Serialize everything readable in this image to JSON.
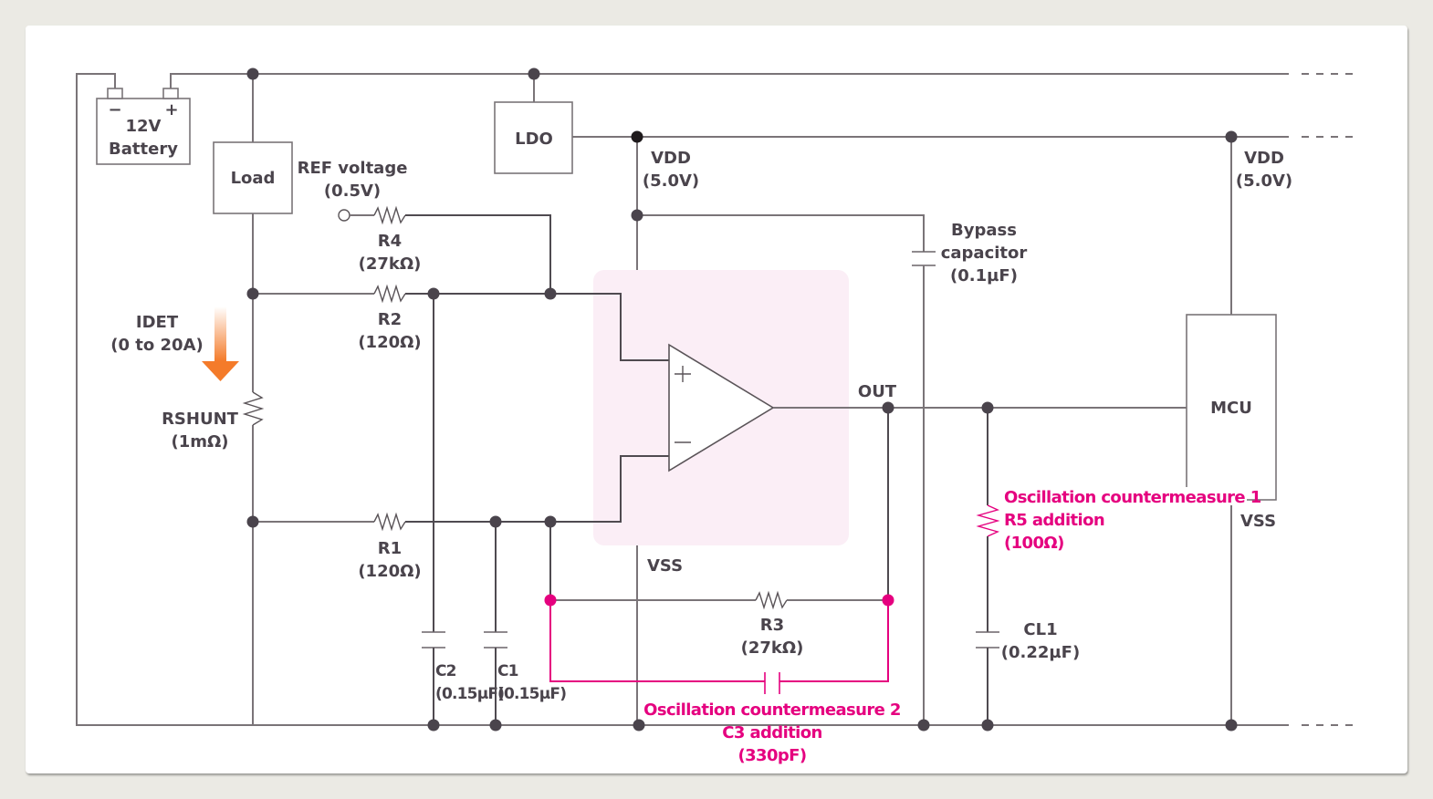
{
  "diagram": {
    "title": "Current detection circuit with oscillation countermeasures",
    "colors": {
      "wire": "#7a7478",
      "text": "#4a444c",
      "highlight": "#e5007f",
      "opamp_region": "#fbeef6",
      "current_arrow": "#f47b2a",
      "background": "#ebeae4"
    },
    "battery": {
      "label_line1": "12V",
      "label_line2": "Battery",
      "minus": "−",
      "plus": "+"
    },
    "load": {
      "label": "Load"
    },
    "ldo": {
      "label": "LDO"
    },
    "vdd_opamp": {
      "name": "VDD",
      "value": "(5.0V)"
    },
    "vdd_mcu": {
      "name": "VDD",
      "value": "(5.0V)"
    },
    "ref": {
      "name": "REF voltage",
      "value": "(0.5V)"
    },
    "idet": {
      "name": "IDET",
      "value": "(0 to 20A)"
    },
    "rshunt": {
      "name": "RSHUNT",
      "value": "(1mΩ)"
    },
    "r4": {
      "name": "R4",
      "value": "(27kΩ)"
    },
    "r2": {
      "name": "R2",
      "value": "(120Ω)"
    },
    "r1": {
      "name": "R1",
      "value": "(120Ω)"
    },
    "r3": {
      "name": "R3",
      "value": "(27kΩ)"
    },
    "c2": {
      "name": "C2",
      "value": "(0.15µF)"
    },
    "c1": {
      "name": "C1",
      "value": "(0.15µF)"
    },
    "bypass": {
      "line1": "Bypass",
      "line2": "capacitor",
      "value": "(0.1µF)"
    },
    "opamp": {
      "plus": "+",
      "minus": "−",
      "out": "OUT",
      "vss": "VSS"
    },
    "mcu": {
      "label": "MCU",
      "vss": "VSS"
    },
    "cl1": {
      "name": "CL1",
      "value": "(0.22µF)"
    },
    "countermeasure1": {
      "line1": "Oscillation countermeasure 1",
      "line2": "R5 addition",
      "line3": "(100Ω)"
    },
    "countermeasure2": {
      "line1": "Oscillation countermeasure 2",
      "line2": "C3 addition",
      "line3": "(330pF)"
    }
  }
}
